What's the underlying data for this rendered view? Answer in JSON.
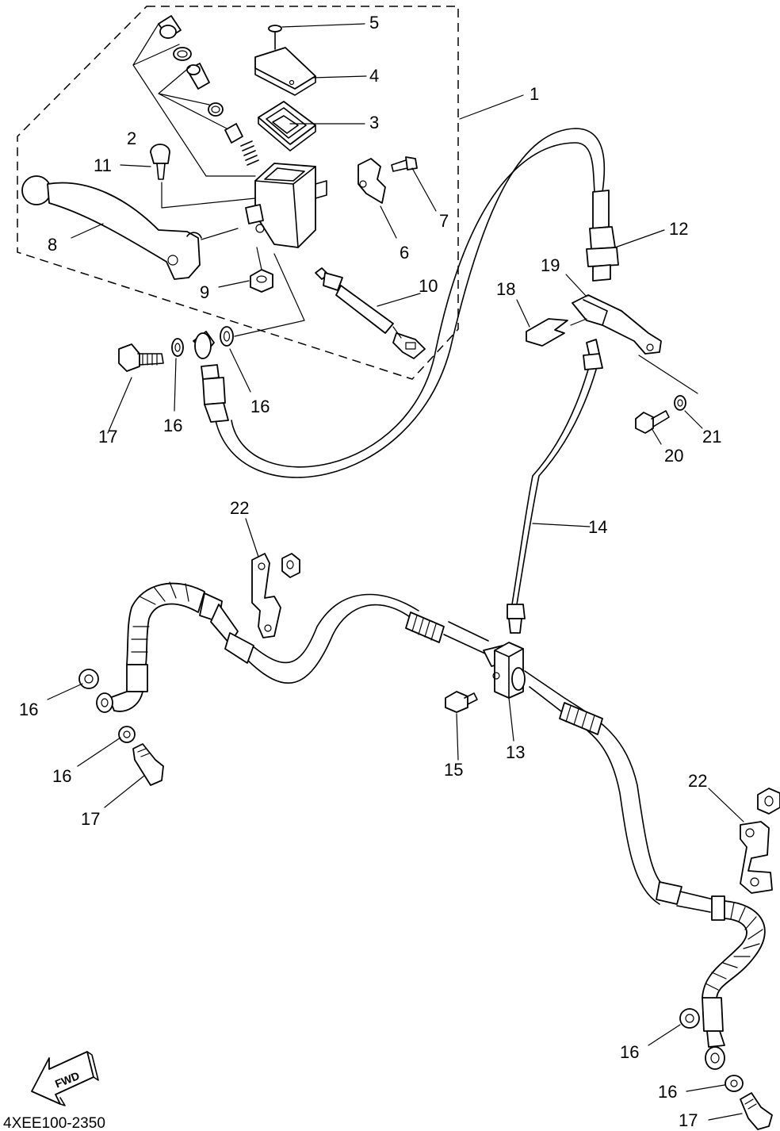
{
  "diagram_code": "4XEE100-2350",
  "fwd_label": "FWD",
  "callouts": [
    "1",
    "2",
    "3",
    "4",
    "5",
    "6",
    "7",
    "8",
    "9",
    "10",
    "11",
    "12",
    "13",
    "14",
    "15",
    "16",
    "16",
    "16",
    "16",
    "16",
    "16",
    "17",
    "17",
    "17",
    "18",
    "19",
    "20",
    "21",
    "22",
    "22"
  ]
}
